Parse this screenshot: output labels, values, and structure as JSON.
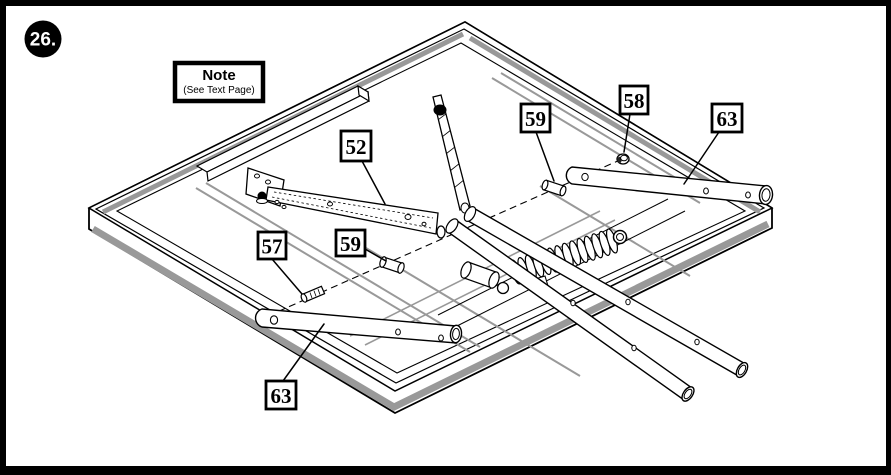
{
  "page": {
    "step_badge": "26.",
    "note": {
      "title": "Note",
      "subtitle": "(See Text Page)"
    },
    "callouts": [
      {
        "id": "52",
        "label": "52"
      },
      {
        "id": "59-top",
        "label": "59"
      },
      {
        "id": "58",
        "label": "58"
      },
      {
        "id": "63-top",
        "label": "63"
      },
      {
        "id": "57",
        "label": "57"
      },
      {
        "id": "59-left",
        "label": "59"
      },
      {
        "id": "63-bottom",
        "label": "63"
      }
    ],
    "colors": {
      "ink": "#000000",
      "shade": "#999999",
      "paper": "#ffffff"
    }
  }
}
